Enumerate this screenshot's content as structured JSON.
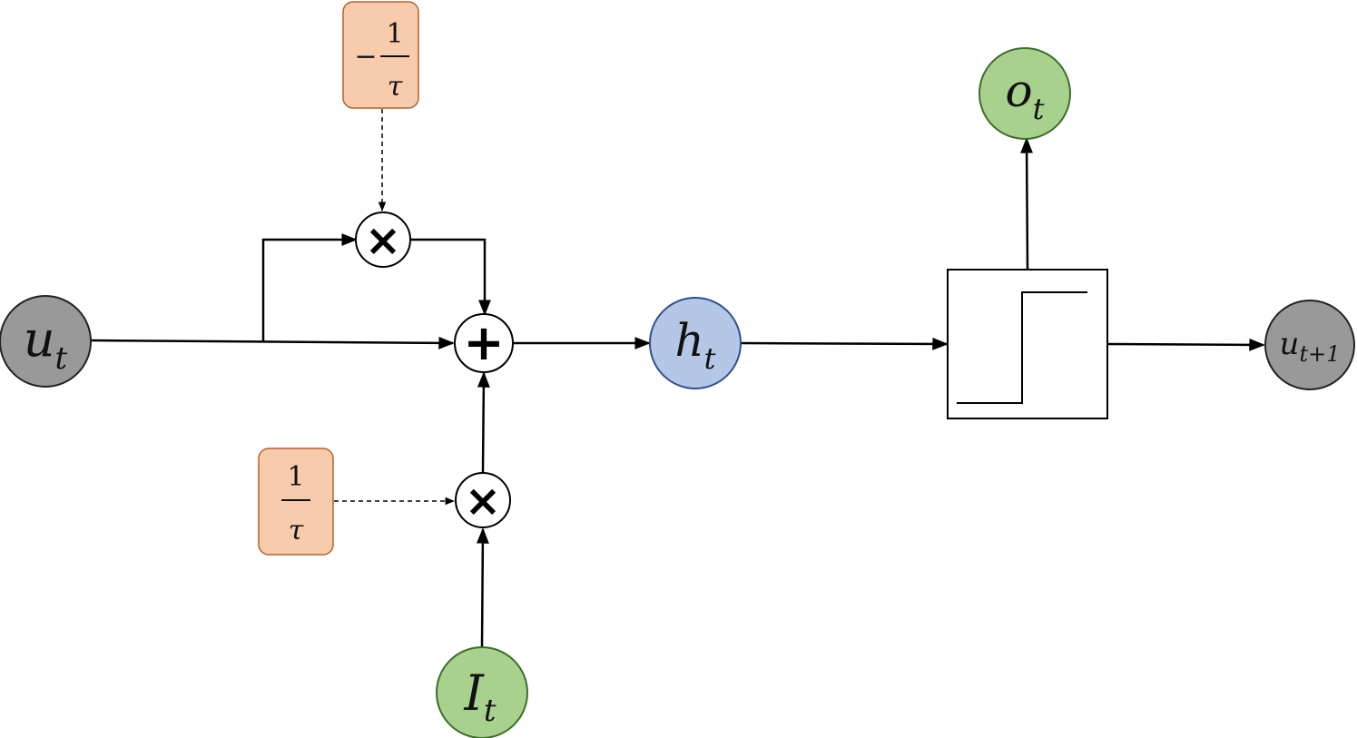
{
  "nodes": {
    "u_t": {
      "base": "u",
      "sub": "t",
      "color": "#999999"
    },
    "h_t": {
      "base": "h",
      "sub": "t",
      "color": "#b4c7e7"
    },
    "o_t": {
      "base": "o",
      "sub": "t",
      "color": "#a9d18e"
    },
    "i_t": {
      "base": "I",
      "sub": "t",
      "color": "#a9d18e"
    },
    "u_next": {
      "base": "u",
      "sub": "t+1",
      "color": "#999999"
    }
  },
  "constants": {
    "neg_inv_tau": {
      "sign": "−",
      "numerator": "1",
      "denominator": "τ",
      "color": "#f8cbad"
    },
    "inv_tau": {
      "numerator": "1",
      "denominator": "τ",
      "color": "#f8cbad"
    }
  },
  "operators": {
    "multiply_top": "×",
    "add": "+",
    "multiply_bottom": "×"
  }
}
